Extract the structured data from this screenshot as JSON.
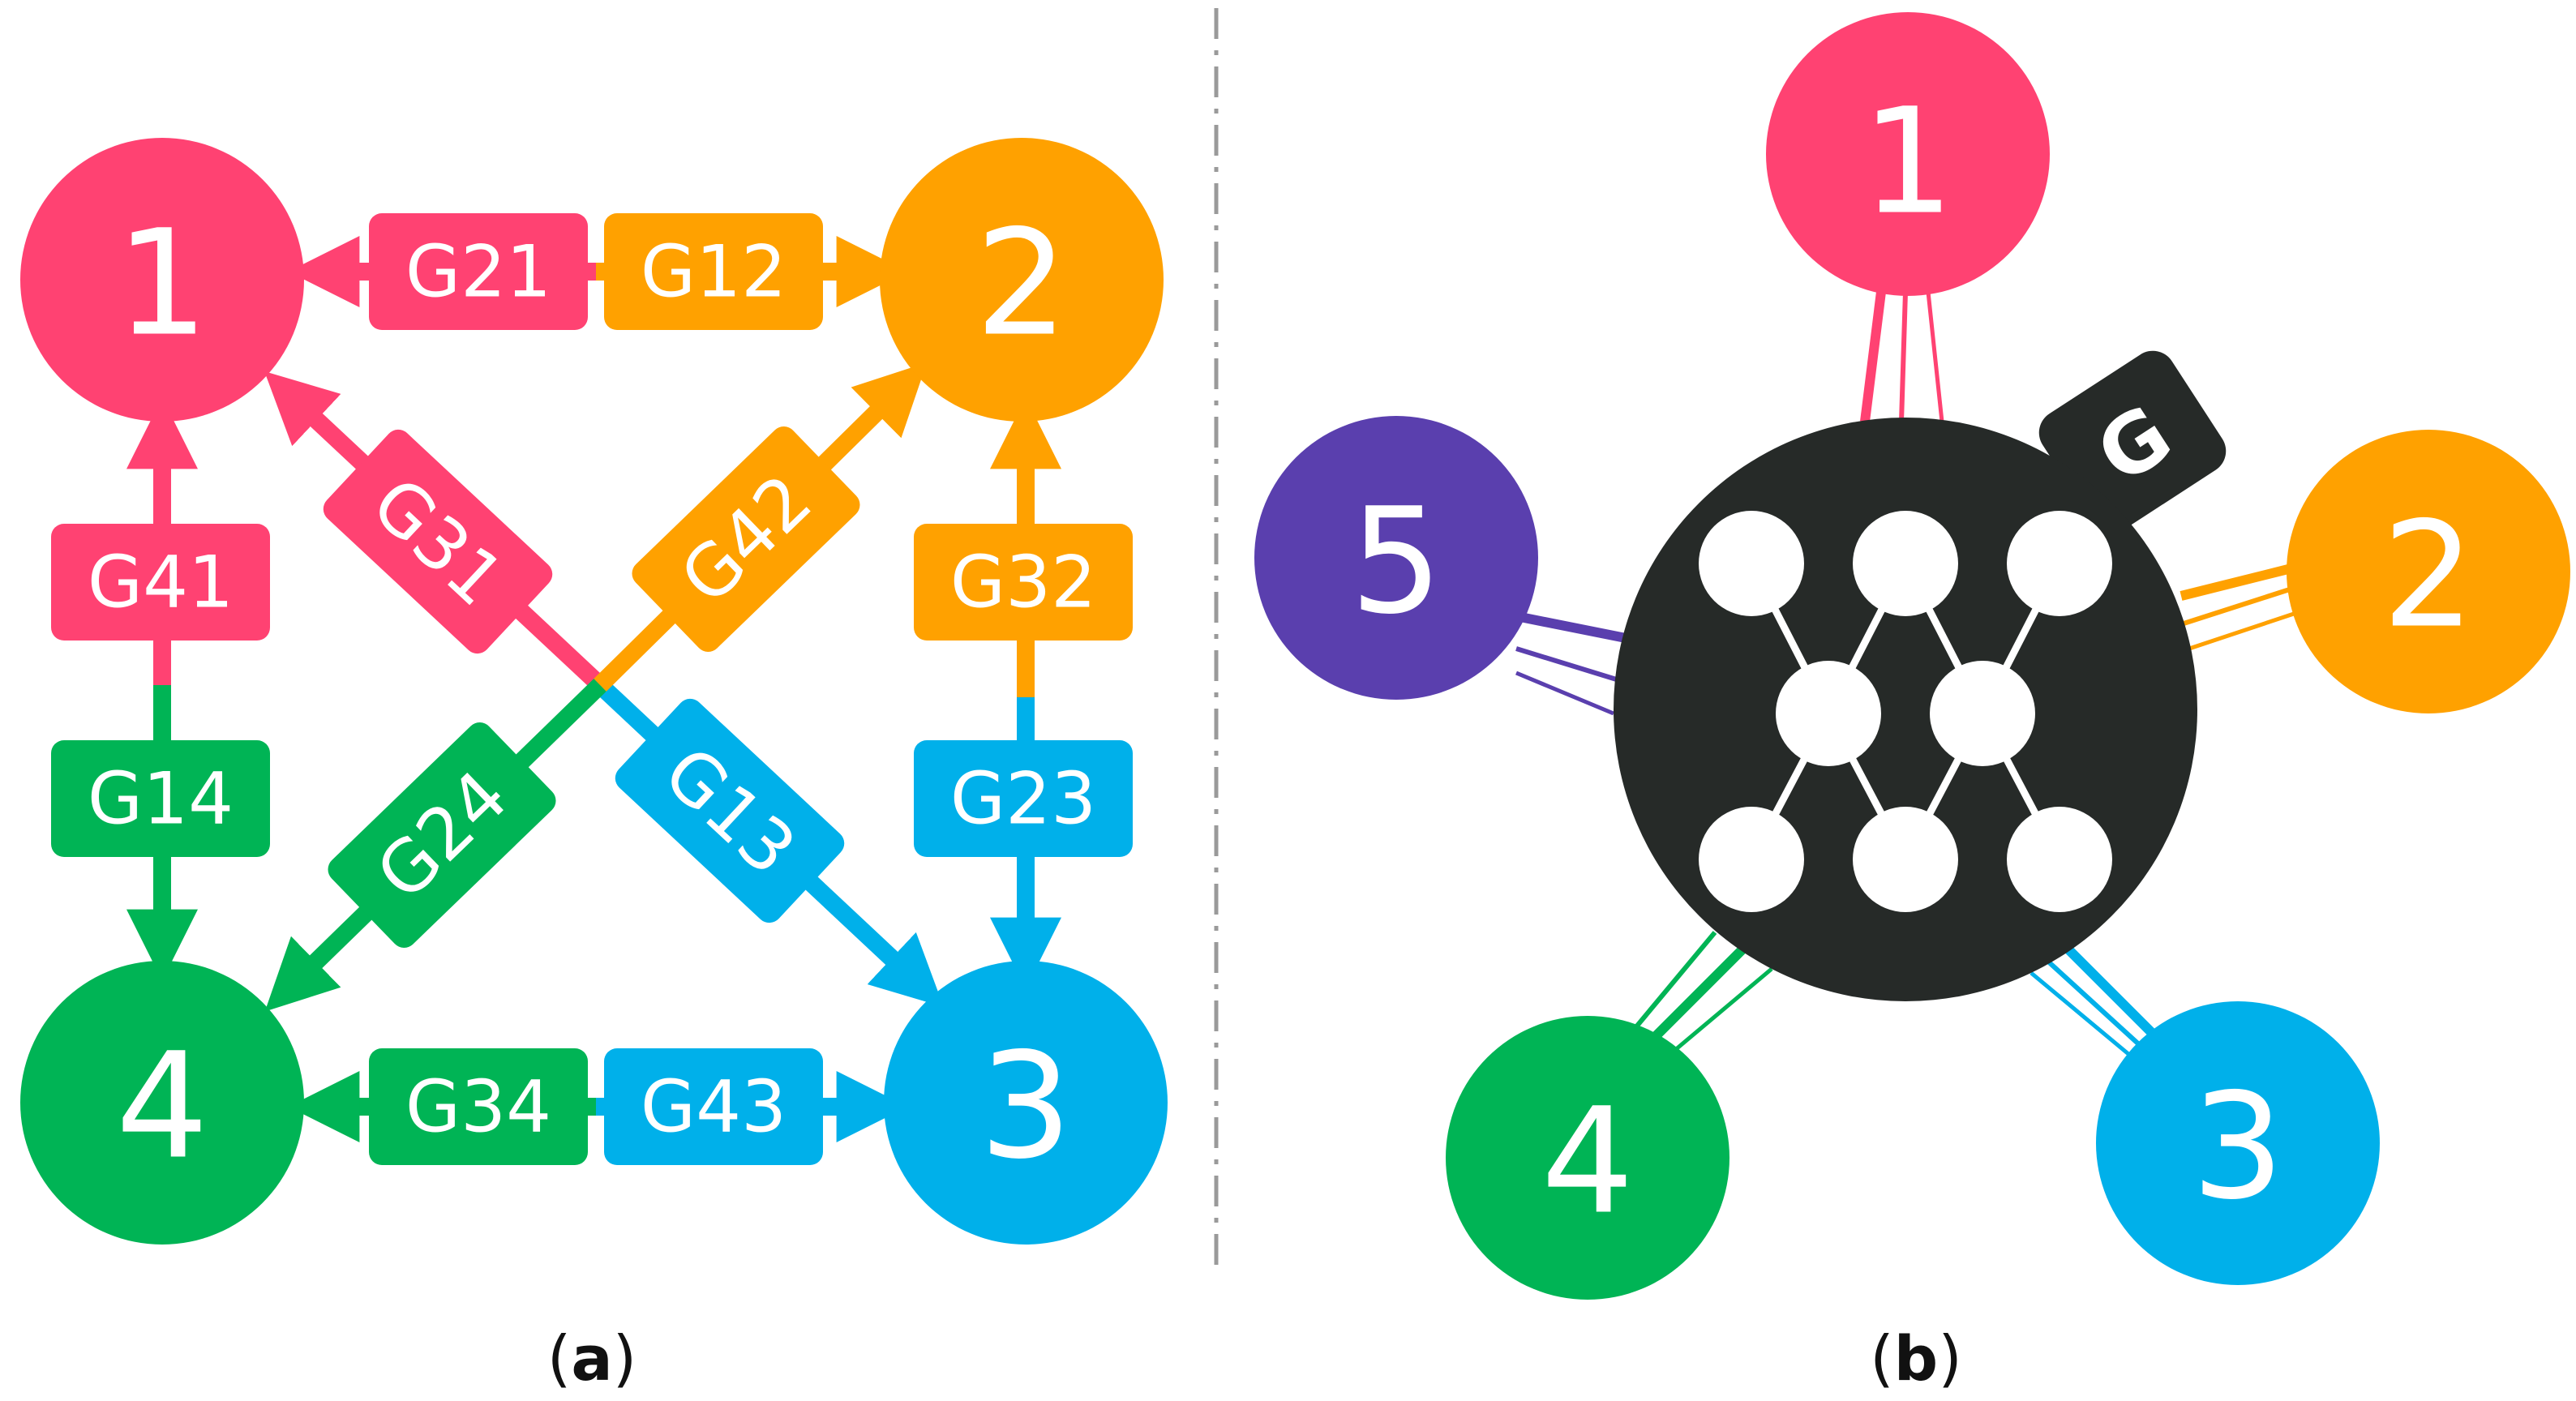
{
  "colors": {
    "node1": "#FF4272",
    "node2": "#FFA100",
    "node3": "#00B0EA",
    "node4": "#00B455",
    "node5": "#5A3FAE",
    "server": "#262A28",
    "divider": "#9a9a9a"
  },
  "panel_a": {
    "caption_letter": "a",
    "nodes": [
      {
        "id": "1",
        "label": "1",
        "color": "#FF4272"
      },
      {
        "id": "2",
        "label": "2",
        "color": "#FFA100"
      },
      {
        "id": "3",
        "label": "3",
        "color": "#00B0EA"
      },
      {
        "id": "4",
        "label": "4",
        "color": "#00B455"
      }
    ],
    "edges": [
      {
        "label": "G21",
        "from": "2",
        "to": "1",
        "color": "#FF4272"
      },
      {
        "label": "G12",
        "from": "1",
        "to": "2",
        "color": "#FFA100"
      },
      {
        "label": "G41",
        "from": "4",
        "to": "1",
        "color": "#FF4272"
      },
      {
        "label": "G14",
        "from": "1",
        "to": "4",
        "color": "#00B455"
      },
      {
        "label": "G32",
        "from": "3",
        "to": "2",
        "color": "#FFA100"
      },
      {
        "label": "G23",
        "from": "2",
        "to": "3",
        "color": "#00B0EA"
      },
      {
        "label": "G34",
        "from": "3",
        "to": "4",
        "color": "#00B455"
      },
      {
        "label": "G43",
        "from": "4",
        "to": "3",
        "color": "#00B0EA"
      },
      {
        "label": "G31",
        "from": "3",
        "to": "1",
        "color": "#FF4272"
      },
      {
        "label": "G13",
        "from": "1",
        "to": "3",
        "color": "#00B0EA"
      },
      {
        "label": "G42",
        "from": "4",
        "to": "2",
        "color": "#FFA100"
      },
      {
        "label": "G24",
        "from": "2",
        "to": "4",
        "color": "#00B455"
      }
    ]
  },
  "panel_b": {
    "caption_letter": "b",
    "server_label": "G",
    "server_icon": "neural-network-icon",
    "clients": [
      {
        "label": "1",
        "color": "#FF4272"
      },
      {
        "label": "2",
        "color": "#FFA100"
      },
      {
        "label": "3",
        "color": "#00B0EA"
      },
      {
        "label": "4",
        "color": "#00B455"
      },
      {
        "label": "5",
        "color": "#5A3FAE"
      }
    ]
  }
}
